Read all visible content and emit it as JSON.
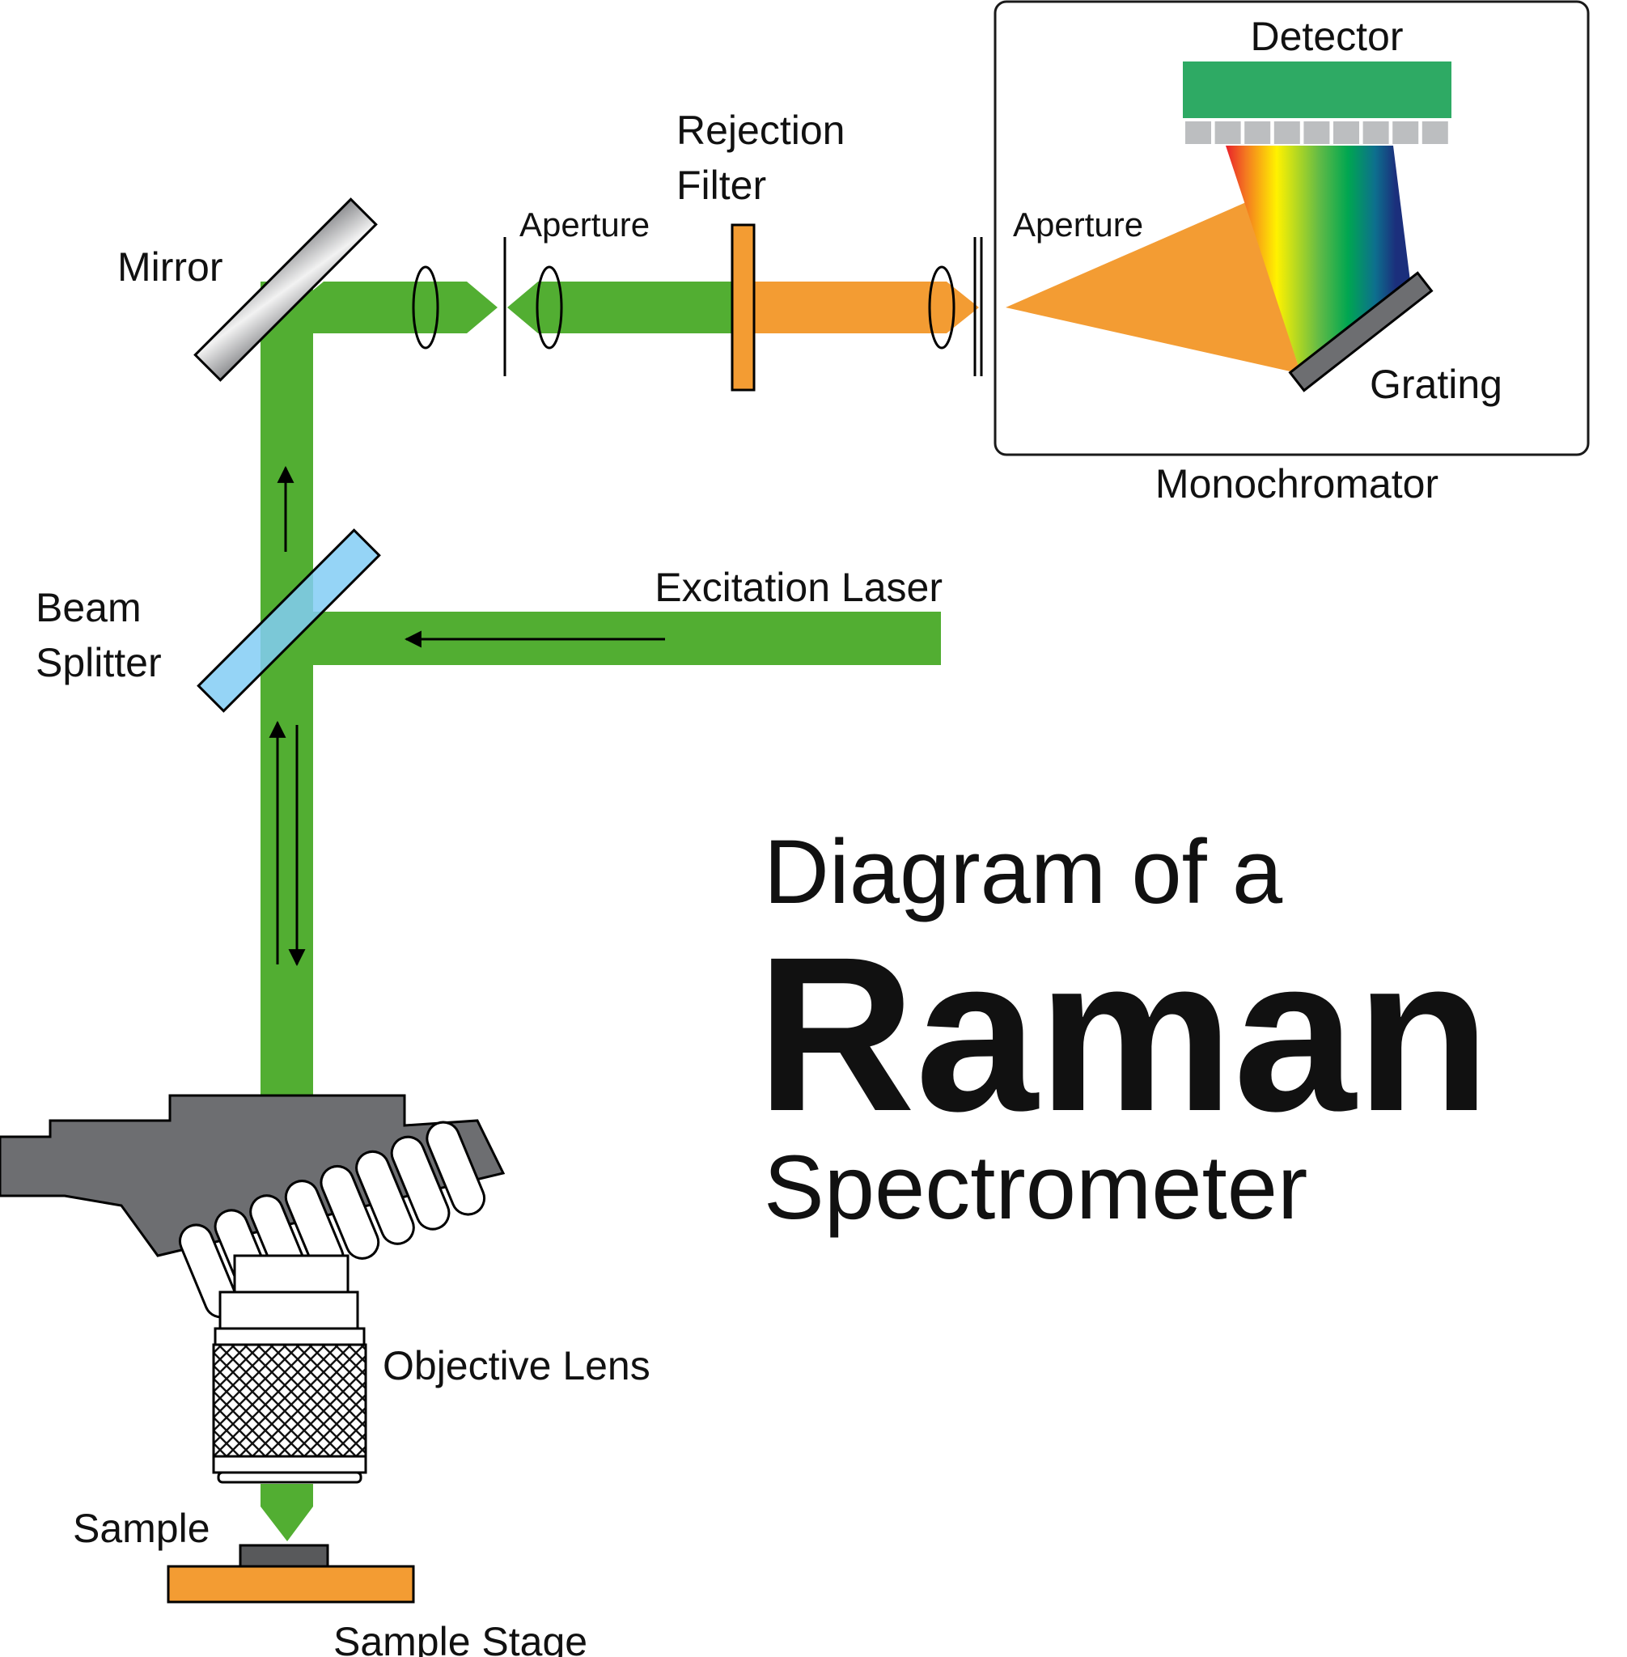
{
  "labels": {
    "detector": "Detector",
    "rejection_filter_line1": "Rejection",
    "rejection_filter_line2": "Filter",
    "aperture_left": "Aperture",
    "aperture_right": "Aperture",
    "mirror": "Mirror",
    "grating": "Grating",
    "monochromator": "Monochromator",
    "excitation_laser": "Excitation Laser",
    "beam_splitter_line1": "Beam",
    "beam_splitter_line2": "Splitter",
    "objective_lens": "Objective Lens",
    "sample": "Sample",
    "sample_stage": "Sample Stage"
  },
  "title": {
    "line1": "Diagram of a",
    "line2": "Raman",
    "line3": "Spectrometer"
  },
  "colors": {
    "laser_green": "#52ae32",
    "scattered_orange": "#f39c33",
    "detector_green": "#2eaa64",
    "beam_splitter_blue": "#82cdf5",
    "microscope_gray": "#6d6e71",
    "sample_dark": "#58595b"
  }
}
